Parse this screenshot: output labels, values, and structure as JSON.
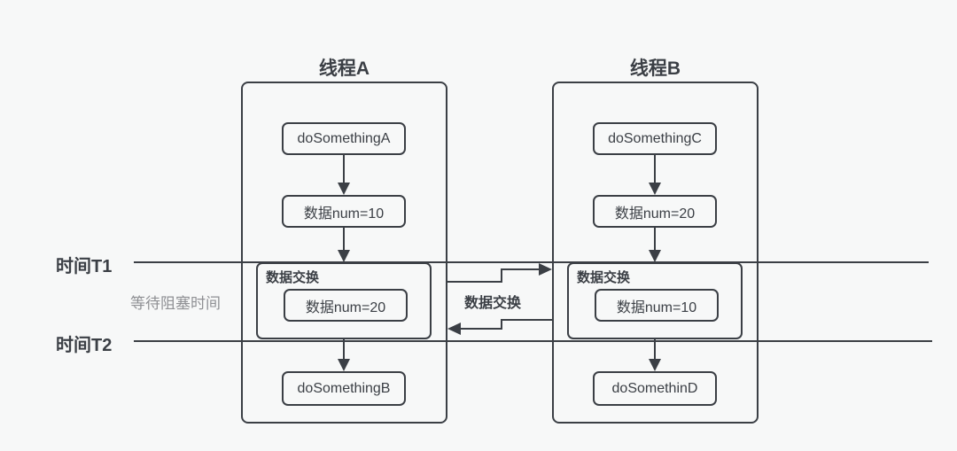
{
  "colors": {
    "background": "#f7f8f8",
    "line": "#3b3f45",
    "text": "#3b3f45",
    "muted_text": "#8f9094"
  },
  "timeline": {
    "t1_label": "时间T1",
    "t2_label": "时间T2",
    "wait_label": "等待阻塞时间"
  },
  "exchange_mid_label": "数据交换",
  "threads": [
    {
      "title": "线程A",
      "top_box": "doSomethingA",
      "data_box": "数据num=10",
      "exchange": {
        "label": "数据交换",
        "inner": "数据num=20"
      },
      "bottom_box": "doSomethingB"
    },
    {
      "title": "线程B",
      "top_box": "doSomethingC",
      "data_box": "数据num=20",
      "exchange": {
        "label": "数据交换",
        "inner": "数据num=10"
      },
      "bottom_box": "doSomethinD"
    }
  ]
}
